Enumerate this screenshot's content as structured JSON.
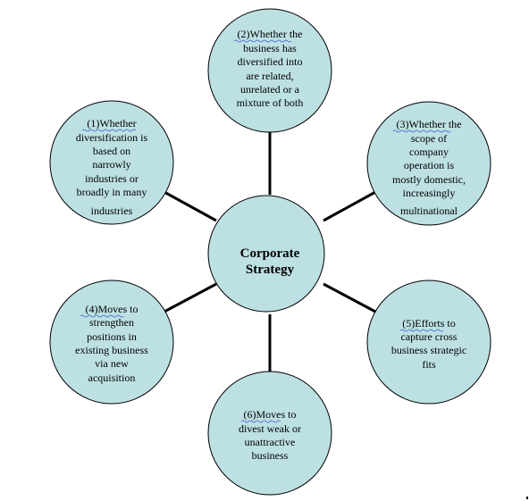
{
  "colors": {
    "node_fill": "#bde0e3",
    "stroke": "#000000",
    "spell_underline": "#3a5fcd"
  },
  "center": {
    "lines": [
      "Corporate",
      "Strategy"
    ]
  },
  "nodes": [
    {
      "id": "1",
      "lines": [
        "(1)Whether",
        "diversification is",
        "based on",
        "narrowly",
        "industries or",
        "broadly in many",
        "industries"
      ],
      "underlined": "(1)Whether"
    },
    {
      "id": "2",
      "lines": [
        "(2)Whether the",
        "business has",
        "diversified into",
        "are related,",
        "unrelated or a",
        "mixture of both"
      ],
      "underlined": "(2)Whether"
    },
    {
      "id": "3",
      "lines": [
        "(3)Whether the",
        "scope of",
        "company",
        "operation is",
        "mostly domestic,",
        "increasingly",
        "multinational"
      ],
      "underlined": "(3)Whether"
    },
    {
      "id": "4",
      "lines": [
        "(4)Moves to",
        "strengthen",
        "positions in",
        "existing business",
        "via new",
        "acquisition"
      ],
      "underlined": "(4)Moves"
    },
    {
      "id": "5",
      "lines": [
        "(5)Efforts to",
        "capture cross",
        "business strategic",
        "fits"
      ],
      "underlined": "(5)Efforts"
    },
    {
      "id": "6",
      "lines": [
        "(6)Moves to",
        "divest weak or",
        "unattractive",
        "business"
      ],
      "underlined": "(6)Moves"
    }
  ]
}
